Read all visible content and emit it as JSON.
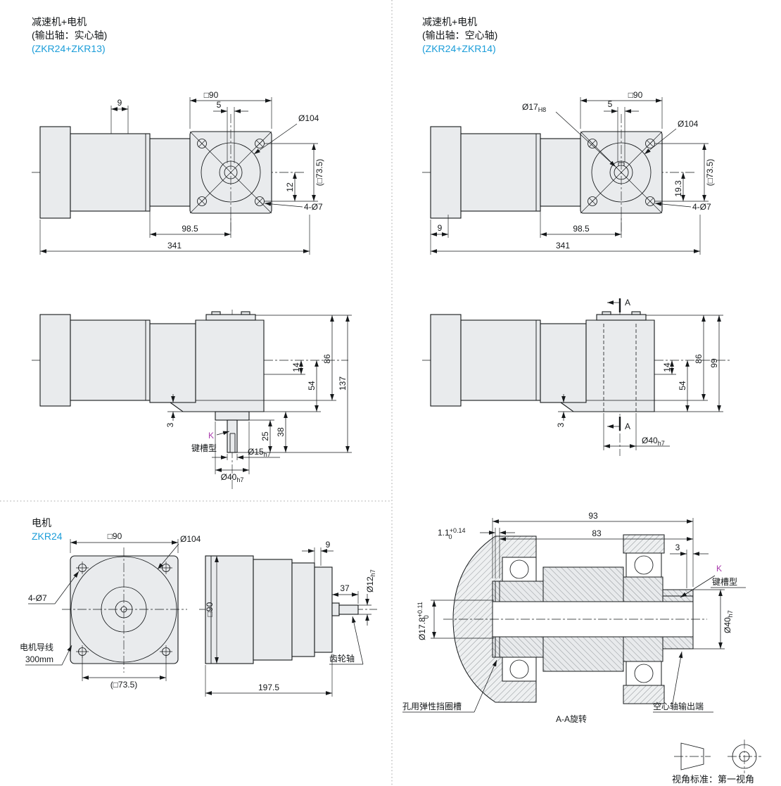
{
  "meta": {
    "background": "#ffffff",
    "accent_blue": "#1b9dd9",
    "accent_magenta": "#a93aac",
    "line_color": "#15181a",
    "body_fill": "#e9ebed"
  },
  "tl": {
    "title1": "减速机+电机",
    "title2": "(输出轴：实心轴)",
    "model": "(ZKR24+ZKR13)",
    "front": {
      "sq90": "□90",
      "d9": "9",
      "d5": "5",
      "d104": "Ø104",
      "sq735": "(□73.5)",
      "d12": "12",
      "d985": "98.5",
      "d341": "341",
      "holes": "4-Ø7"
    },
    "side": {
      "d14": "14",
      "d54": "54",
      "d86": "86",
      "d137": "137",
      "d3": "3",
      "d25": "25",
      "d38": "38",
      "k": "K",
      "keyway": "键槽型",
      "d15": "Ø15",
      "d15sub": "h7",
      "d40": "Ø40",
      "d40sub": "h7"
    }
  },
  "tr": {
    "title1": "减速机+电机",
    "title2": "(输出轴：空心轴)",
    "model": "(ZKR24+ZKR14)",
    "front": {
      "sq90": "□90",
      "d17": "Ø17",
      "d17sub": "H8",
      "d5": "5",
      "d104": "Ø104",
      "sq735": "(□73.5)",
      "d193": "19.3",
      "d9": "9",
      "d985": "98.5",
      "d341": "341",
      "holes": "4-Ø7"
    },
    "side": {
      "a_top": "A",
      "a_bot": "A",
      "d14": "14",
      "d54": "54",
      "d86": "86",
      "d99": "99",
      "d3": "3",
      "d40": "Ø40",
      "d40sub": "h7"
    }
  },
  "bl": {
    "title1": "电机",
    "model": "ZKR24",
    "front": {
      "sq90": "□90",
      "d104": "Ø104",
      "holes": "4-Ø7",
      "lead1": "电机导线",
      "lead2": "300mm",
      "sq735": "(□73.5)"
    },
    "side": {
      "d9": "9",
      "d37": "37",
      "d12": "Ø12",
      "d12sub": "h7",
      "sq90": "□90",
      "gear_shaft": "齿轮轴",
      "d1975": "197.5"
    }
  },
  "br": {
    "d93": "93",
    "d83": "83",
    "d11": "1.1",
    "d11_up": "+0.14",
    "d11_lo": "0",
    "d178": "Ø17.8",
    "d178_up": "+0.11",
    "d178_lo": "0",
    "d3": "3",
    "k": "K",
    "keyway": "键槽型",
    "d40": "Ø40",
    "d40sub": "h7",
    "circlip_groove": "孔用弹性挡圈槽",
    "hollow_shaft_end": "空心轴输出端",
    "section_label": "A-A旋转"
  },
  "footer": {
    "projection_note": "视角标准：第一视角"
  }
}
